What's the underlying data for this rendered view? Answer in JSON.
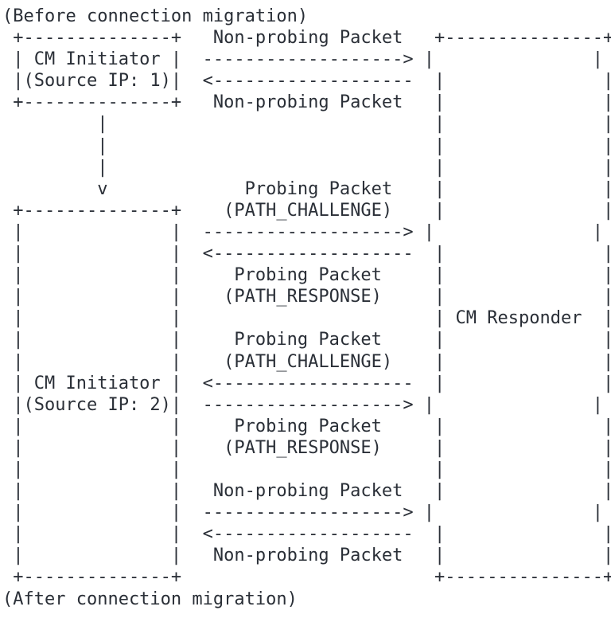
{
  "colors": {
    "background": "#ffffff",
    "text": "#2a2f37"
  },
  "captions": {
    "before": "(Before connection migration)",
    "after": "(After connection migration)"
  },
  "boxes": {
    "initiator_before": {
      "title": "CM Initiator",
      "subtitle": "(Source IP: 1)"
    },
    "initiator_after": {
      "title": "CM Initiator",
      "subtitle": "(Source IP: 2)"
    },
    "responder": {
      "title": "CM Responder"
    }
  },
  "messages": [
    {
      "phase": "before-migration",
      "label": "Non-probing Packet",
      "direction": "initiator-to-responder"
    },
    {
      "phase": "before-migration",
      "label": "Non-probing Packet",
      "direction": "responder-to-initiator"
    },
    {
      "phase": "path-validation-by-initiator",
      "label": "Probing Packet (PATH_CHALLENGE)",
      "direction": "initiator-to-responder"
    },
    {
      "phase": "path-validation-by-initiator",
      "label": "Probing Packet (PATH_RESPONSE)",
      "direction": "responder-to-initiator"
    },
    {
      "phase": "path-validation-by-responder",
      "label": "Probing Packet (PATH_CHALLENGE)",
      "direction": "responder-to-initiator"
    },
    {
      "phase": "path-validation-by-responder",
      "label": "Probing Packet (PATH_RESPONSE)",
      "direction": "initiator-to-responder"
    },
    {
      "phase": "after-migration",
      "label": "Non-probing Packet",
      "direction": "initiator-to-responder"
    },
    {
      "phase": "after-migration",
      "label": "Non-probing Packet",
      "direction": "responder-to-initiator"
    }
  ],
  "diagram": {
    "lines": [
      "(Before connection migration)",
      " +--------------+   Non-probing Packet   +---------------+",
      " | CM Initiator |  -------------------> |               |",
      " |(Source IP: 1)|  <-------------------  |               |",
      " +--------------+   Non-probing Packet   |               |",
      "         |                               |               |",
      "         |                               |               |",
      "         |                               |               |",
      "         v             Probing Packet    |               |",
      " +--------------+    (PATH_CHALLENGE)    |               |",
      " |              |  -------------------> |               |",
      " |              |  <-------------------  |               |",
      " |              |     Probing Packet     |               |",
      " |              |    (PATH_RESPONSE)     |               |",
      " |              |                        | CM Responder  |",
      " |              |     Probing Packet     |               |",
      " |              |    (PATH_CHALLENGE)    |               |",
      " | CM Initiator |  <-------------------  |               |",
      " |(Source IP: 2)|  -------------------> |               |",
      " |              |     Probing Packet     |               |",
      " |              |    (PATH_RESPONSE)     |               |",
      " |              |                        |               |",
      " |              |   Non-probing Packet   |               |",
      " |              |  -------------------> |               |",
      " |              |  <-------------------  |               |",
      " |              |   Non-probing Packet   |               |",
      " +--------------+                        +---------------+",
      "(After connection migration)"
    ]
  }
}
